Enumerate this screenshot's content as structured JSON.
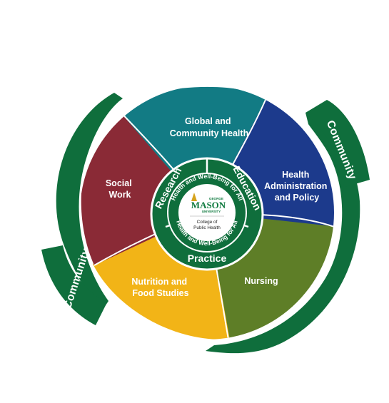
{
  "outer_arcs": {
    "left_label": "Community",
    "right_label": "Community"
  },
  "segments": [
    {
      "id": "global",
      "lines": [
        "Global and",
        "Community Health"
      ],
      "color": "#127b84"
    },
    {
      "id": "health-admin",
      "lines": [
        "Health",
        "Administration",
        "and Policy"
      ],
      "color": "#1c3a8c"
    },
    {
      "id": "nursing",
      "lines": [
        "Nursing"
      ],
      "color": "#5e7e27"
    },
    {
      "id": "nutrition",
      "lines": [
        "Nutrition and",
        "Food Studies"
      ],
      "color": "#f2b417"
    },
    {
      "id": "social-work",
      "lines": [
        "Social",
        "Work"
      ],
      "color": "#8a2a36"
    }
  ],
  "ring": {
    "research": "Research",
    "education": "Education",
    "practice": "Practice",
    "color": "#0f6e3c"
  },
  "inner_ring": {
    "top_text": "Health and Well-Being for All",
    "bottom_text": "Health and Well-Being for All"
  },
  "logo": {
    "george": "GEORGE",
    "mason": "MASON",
    "university": "UNIVERSITY",
    "college_line1": "College of",
    "college_line2": "Public Health"
  },
  "colors": {
    "community_green": "#0f6e3c",
    "logo_green": "#0f7a3f",
    "logo_gold": "#d6a31c"
  }
}
